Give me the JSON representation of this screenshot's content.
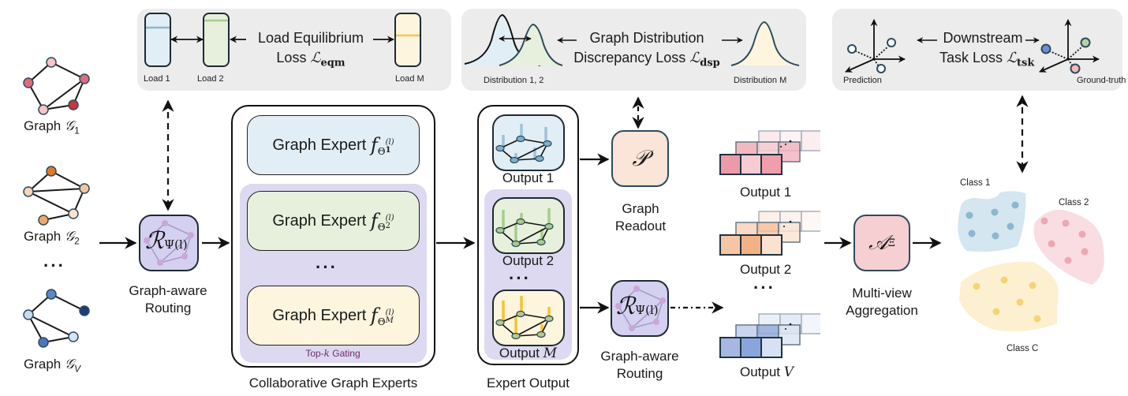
{
  "inputs": {
    "graphs": [
      {
        "label": "Graph",
        "symbol": "𝒢",
        "subscript": "1"
      },
      {
        "label": "Graph",
        "symbol": "𝒢",
        "subscript": "2"
      },
      {
        "label": "Graph",
        "symbol": "𝒢",
        "subscript": "V"
      }
    ],
    "ellipsis": "···"
  },
  "routing": {
    "symbol": "ℛ",
    "subscript": "Ψ(l)",
    "label_line1": "Graph-aware",
    "label_line2": "Routing"
  },
  "load_loss": {
    "title_line1": "Load Equilibrium",
    "title_line2": "Loss",
    "symbol": "ℒ",
    "subscript": "eqm",
    "loads": [
      "Load 1",
      "Load 2",
      "Load M"
    ]
  },
  "distribution_loss": {
    "title_line1": "Graph Distribution",
    "title_line2": "Discrepancy Loss",
    "symbol": "ℒ",
    "subscript": "dsp",
    "labels": [
      "Distribution 1, 2",
      "Distribution M"
    ]
  },
  "task_loss": {
    "title_line1": "Downstream",
    "title_line2": "Task Loss",
    "symbol": "ℒ",
    "subscript": "tsk",
    "labels": [
      "Prediction",
      "Ground-truth"
    ]
  },
  "experts": {
    "items": [
      {
        "label": "Graph Expert",
        "func": "f",
        "theta": "Θ",
        "sub": "1",
        "sup": "(l)"
      },
      {
        "label": "Graph Expert",
        "func": "f",
        "theta": "Θ",
        "sub": "2",
        "sup": "(l)"
      },
      {
        "label": "Graph Expert",
        "func": "f",
        "theta": "Θ",
        "sub": "M",
        "sup": "(l)"
      }
    ],
    "ellipsis": "···",
    "gating_prefix": "Top-",
    "gating_k": "k",
    "gating_suffix": " Gating",
    "caption": "Collaborative Graph Experts"
  },
  "expert_output": {
    "outputs": [
      "Output 1",
      "Output 2",
      "Output"
    ],
    "last_symbol": "M",
    "ellipsis": "···",
    "caption": "Expert Output"
  },
  "readout": {
    "symbol": "𝒫",
    "label_line1": "Graph",
    "label_line2": "Readout"
  },
  "routing2": {
    "symbol": "ℛ",
    "subscript": "Ψ(l)",
    "label_line1": "Graph-aware",
    "label_line2": "Routing"
  },
  "view_outputs": {
    "labels": [
      "Output 1",
      "Output 2",
      "Output"
    ],
    "last_symbol": "V",
    "ellipsis": "···"
  },
  "aggregation": {
    "symbol": "𝒜",
    "subscript": "Ξ",
    "label_line1": "Multi-view",
    "label_line2": "Aggregation"
  },
  "classes": {
    "labels": [
      "Class 1",
      "Class 2",
      "Class C"
    ]
  },
  "colors": {
    "blue_fill": "#e2eef5",
    "green_fill": "#e6f0dc",
    "yellow_fill": "#fdf5de",
    "purple_fill": "#ddd9f0",
    "router_fill": "#d4d0ef",
    "readout_fill": "#fbe4d8",
    "agg_fill": "#f6cfd3",
    "panel_gray": "#ececec",
    "gating_text": "#6b2c6b"
  }
}
